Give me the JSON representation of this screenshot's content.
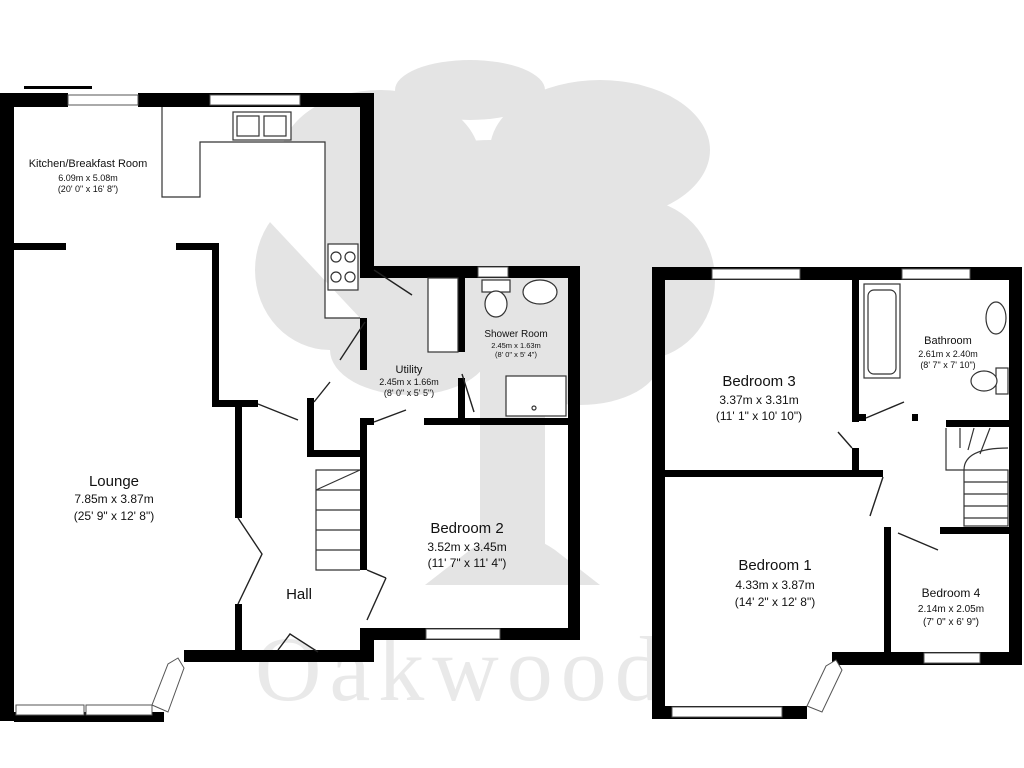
{
  "brand": {
    "watermark": "Oakwood"
  },
  "ground_floor": {
    "kitchen": {
      "name": "Kitchen/Breakfast Room",
      "metric": "6.09m x 5.08m",
      "imperial": "(20' 0\" x 16' 8\")"
    },
    "lounge": {
      "name": "Lounge",
      "metric": "7.85m x 3.87m",
      "imperial": "(25' 9\" x 12' 8\")"
    },
    "utility": {
      "name": "Utility",
      "metric": "2.45m x 1.66m",
      "imperial": "(8' 0\" x 5' 5\")"
    },
    "shower_room": {
      "name": "Shower Room",
      "metric": "2.45m x 1.63m",
      "imperial": "(8' 0\" x 5' 4\")"
    },
    "bedroom2": {
      "name": "Bedroom 2",
      "metric": "3.52m x 3.45m",
      "imperial": "(11' 7\" x 11' 4\")"
    },
    "hall": {
      "name": "Hall"
    }
  },
  "first_floor": {
    "bedroom3": {
      "name": "Bedroom 3",
      "metric": "3.37m x 3.31m",
      "imperial": "(11' 1\" x 10' 10\")"
    },
    "bathroom": {
      "name": "Bathroom",
      "metric": "2.61m x 2.40m",
      "imperial": "(8' 7\" x 7' 10\")"
    },
    "bedroom1": {
      "name": "Bedroom 1",
      "metric": "4.33m x 3.87m",
      "imperial": "(14' 2\" x 12' 8\")"
    },
    "bedroom4": {
      "name": "Bedroom 4",
      "metric": "2.14m x 2.05m",
      "imperial": "(7' 0\" x 6' 9\")"
    }
  }
}
